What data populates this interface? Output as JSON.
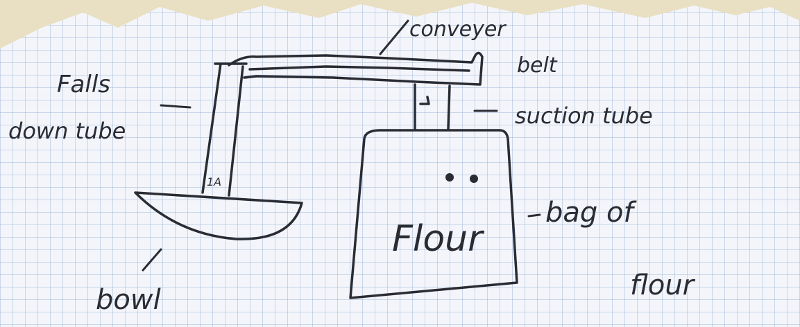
{
  "colors": {
    "background": "#e9dfc2",
    "paper": "#f3f5fa",
    "grid": "#9fb6d8",
    "ink": "#2a2c34"
  },
  "labels": {
    "conveyor_belt_line1": "conveyer",
    "conveyor_belt_line2": "belt",
    "suction_tube": "suction tube",
    "falls_line1": "Falls",
    "falls_line2": "down tube",
    "bag_line1": "bag of",
    "bag_line2": "flour",
    "bag_text": "Flour",
    "bowl": "bowl",
    "tube_mark": "1A"
  }
}
